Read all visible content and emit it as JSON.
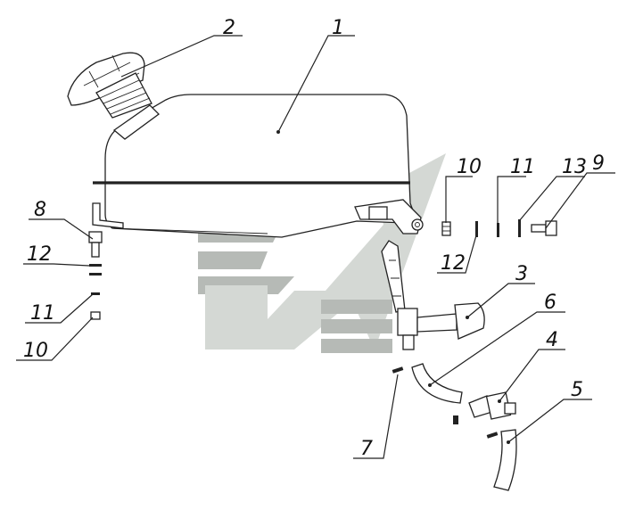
{
  "colors": {
    "line": "#222222",
    "watermark_light": "#d4d8d4",
    "watermark_dark": "#b6bab6"
  },
  "callouts": [
    {
      "id": "c1",
      "label": "1"
    },
    {
      "id": "c2",
      "label": "2"
    },
    {
      "id": "c3",
      "label": "3"
    },
    {
      "id": "c4",
      "label": "4"
    },
    {
      "id": "c5",
      "label": "5"
    },
    {
      "id": "c6",
      "label": "6"
    },
    {
      "id": "c7",
      "label": "7"
    },
    {
      "id": "c8",
      "label": "8"
    },
    {
      "id": "c9",
      "label": "9"
    },
    {
      "id": "c10a",
      "label": "10"
    },
    {
      "id": "c10b",
      "label": "10"
    },
    {
      "id": "c11a",
      "label": "11"
    },
    {
      "id": "c11b",
      "label": "11"
    },
    {
      "id": "c12a",
      "label": "12"
    },
    {
      "id": "c12b",
      "label": "12"
    },
    {
      "id": "c13",
      "label": "13"
    }
  ]
}
